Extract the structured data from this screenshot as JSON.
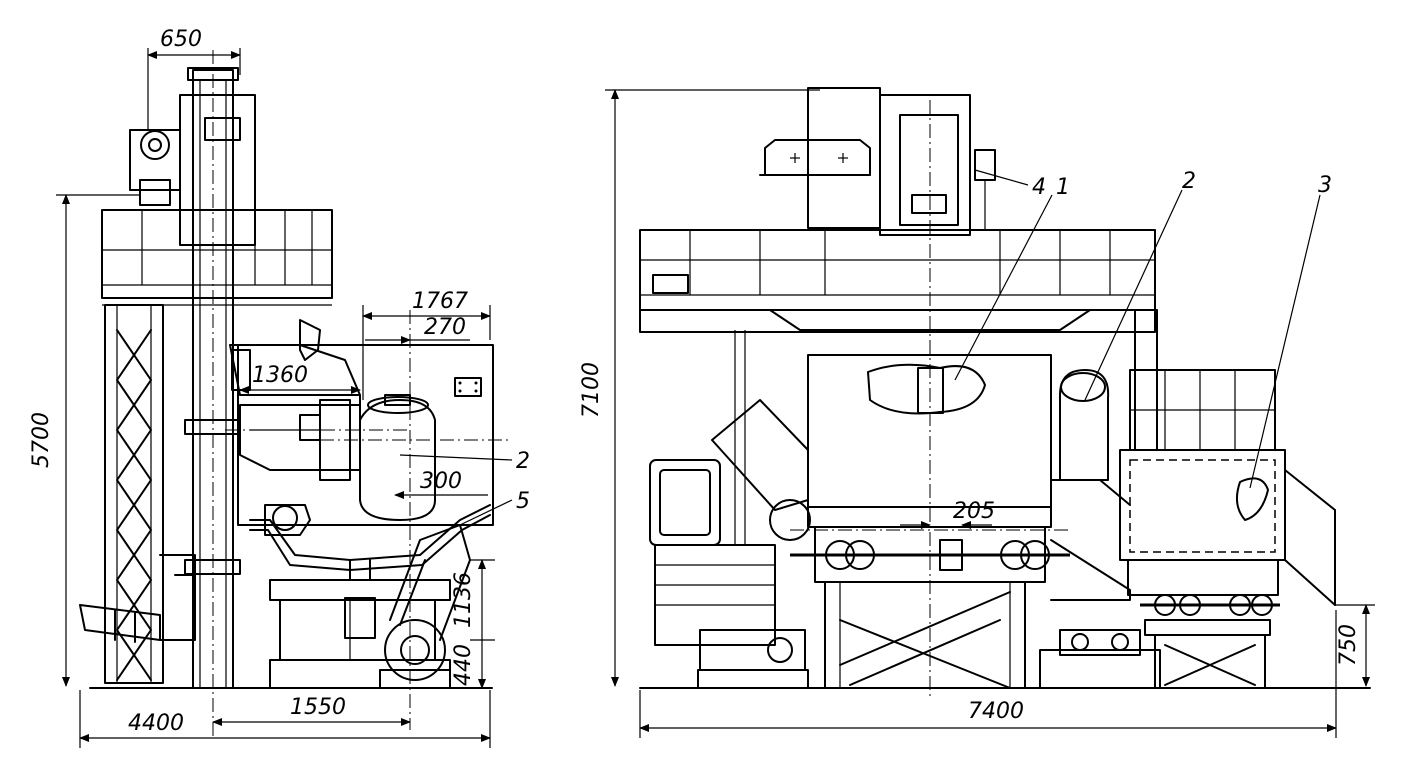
{
  "left_view": {
    "dimensions": {
      "top_width": "650",
      "overall_width": "4400",
      "height": "5700",
      "span_a": "1767",
      "span_b": "270",
      "offset": "1360",
      "step": "300",
      "base_width": "1550",
      "height_upper": "1136",
      "height_lower": "440"
    },
    "callouts": [
      "2",
      "5"
    ]
  },
  "right_view": {
    "dimensions": {
      "height": "7100",
      "overall_width": "7400",
      "center_offset": "205",
      "foot_height": "750"
    },
    "callouts": [
      "4",
      "1",
      "2",
      "3"
    ]
  }
}
